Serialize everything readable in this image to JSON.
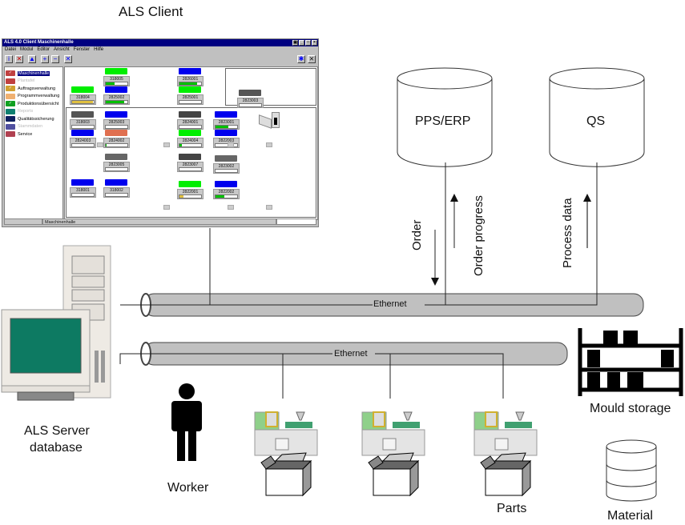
{
  "labels": {
    "als_client": "ALS Client",
    "pps_erp": "PPS/ERP",
    "qs": "QS",
    "order": "Order",
    "order_progress": "Order progress",
    "process_data": "Process data",
    "ethernet_top": "Ethernet",
    "ethernet_bottom": "Ethernet",
    "server_line1": "ALS Server",
    "server_line2": "database",
    "worker": "Worker",
    "parts": "Parts",
    "mould_storage": "Mould storage",
    "material": "Material"
  },
  "client_window": {
    "title": "ALS 4.0 Client Maschinenhalle",
    "title_buttons": [
      "▣",
      "_",
      "□",
      "×"
    ],
    "menu": [
      "Datei",
      "Modul",
      "Editor",
      "Ansicht",
      "Fenster",
      "Hilfe"
    ],
    "toolbar": [
      {
        "icon": "info-icon",
        "glyph": "i"
      },
      {
        "icon": "cancel-icon",
        "glyph": "✕"
      },
      {
        "icon": "print-icon",
        "glyph": "▲"
      },
      {
        "icon": "add-icon",
        "glyph": "+"
      },
      {
        "icon": "remove-icon",
        "glyph": "−"
      },
      {
        "icon": "close-icon",
        "glyph": "✕"
      }
    ],
    "toolbar_right": [
      {
        "icon": "network-icon",
        "glyph": "✱"
      },
      {
        "icon": "exit-icon",
        "glyph": "⨯"
      }
    ],
    "sidebar": [
      {
        "label": "Maschinenhalle",
        "color": "#c04040",
        "selected": true,
        "disabled": false,
        "checked": true
      },
      {
        "label": "Plantafel",
        "color": "#c04040",
        "selected": false,
        "disabled": true,
        "checked": false
      },
      {
        "label": "Auftragsverwaltung",
        "color": "#d0a030",
        "selected": false,
        "disabled": false,
        "checked": true
      },
      {
        "label": "Programmverwaltung",
        "color": "#f0b070",
        "selected": false,
        "disabled": false,
        "checked": false
      },
      {
        "label": "Produktionsübersicht",
        "color": "#10a020",
        "selected": false,
        "disabled": false,
        "checked": true
      },
      {
        "label": "Reports",
        "color": "#108070",
        "selected": false,
        "disabled": true,
        "checked": false
      },
      {
        "label": "Qualitätssicherung",
        "color": "#102060",
        "selected": false,
        "disabled": false,
        "checked": false
      },
      {
        "label": "Stammdaten",
        "color": "#5050a0",
        "selected": false,
        "disabled": true,
        "checked": false
      },
      {
        "label": "Service",
        "color": "#b04050",
        "selected": false,
        "disabled": false,
        "checked": false
      }
    ],
    "status": "Maschinenhalle",
    "machines": [
      {
        "id": "318005",
        "color": "#00ee00",
        "progress": 0.4,
        "bar": "#00c000"
      },
      {
        "id": "2826001",
        "color": "#0000ee",
        "progress": 0.8,
        "bar": "#00c000"
      },
      {
        "id": "318004",
        "color": "#00ee00",
        "progress": 0.95,
        "bar": "#e0c040"
      },
      {
        "id": "2825002",
        "color": "#0000ee",
        "progress": 0.85,
        "bar": "#00c000"
      },
      {
        "id": "2825001",
        "color": "#00ee00",
        "progress": 0,
        "bar": "#00c000"
      },
      {
        "id": "2823003",
        "color": "#555555",
        "progress": 0,
        "bar": "#00c000"
      },
      {
        "id": "318003",
        "color": "#555555",
        "progress": 0,
        "bar": "#00c000"
      },
      {
        "id": "2825003",
        "color": "#0000ee",
        "progress": 0,
        "bar": "#00c000"
      },
      {
        "id": "2824001",
        "color": "#444444",
        "progress": 0,
        "bar": "#00c000"
      },
      {
        "id": "2823001",
        "color": "#0000ee",
        "progress": 0.6,
        "bar": "#00c000"
      },
      {
        "id": "2824003",
        "color": "#0000ee",
        "progress": 0,
        "bar": "#00c000"
      },
      {
        "id": "2824002",
        "color": "#e07050",
        "progress": 0.05,
        "bar": "#00c000"
      },
      {
        "id": "2824004",
        "color": "#00ee00",
        "progress": 0.1,
        "bar": "#00c000"
      },
      {
        "id": "2822003",
        "color": "#0000ee",
        "progress": 0,
        "bar": "#00c000"
      },
      {
        "id": "2823005",
        "color": "#666666",
        "progress": 0,
        "bar": "#00c000"
      },
      {
        "id": "2823007",
        "color": "#444444",
        "progress": 0,
        "bar": "#00c000"
      },
      {
        "id": "2823002",
        "color": "#666666",
        "progress": 0,
        "bar": "#00c000"
      },
      {
        "id": "318001",
        "color": "#0000ee",
        "progress": 0,
        "bar": "#00c000"
      },
      {
        "id": "318002",
        "color": "#0000ee",
        "progress": 0,
        "bar": "#00c000"
      },
      {
        "id": "2822001",
        "color": "#00ee00",
        "progress": 0.2,
        "bar": "#e0c040"
      },
      {
        "id": "2822002",
        "color": "#0000ee",
        "progress": 0.4,
        "bar": "#00c000"
      }
    ]
  }
}
